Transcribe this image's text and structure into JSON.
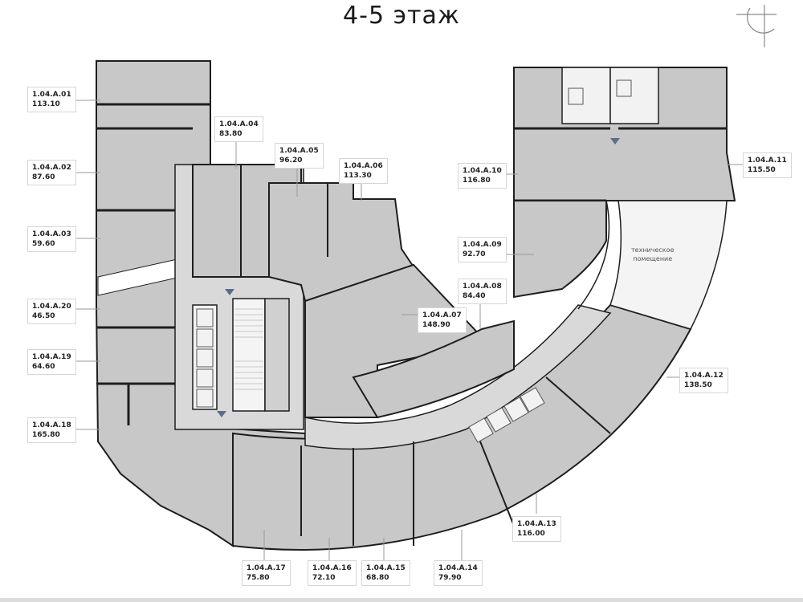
{
  "title": "4-5 этаж",
  "colors": {
    "floor_fill": "#c8c8c8",
    "wall": "#1e1e1e",
    "corridor": "#d9d9d9",
    "tech_room": "#f4f4f4",
    "label_border": "#d6d6d6"
  },
  "tech_room": {
    "line1": "техническое",
    "line2": "помещение"
  },
  "units": [
    {
      "id": "1.04.A.01",
      "area": "113.10"
    },
    {
      "id": "1.04.A.02",
      "area": "87.60"
    },
    {
      "id": "1.04.A.03",
      "area": "59.60"
    },
    {
      "id": "1.04.A.04",
      "area": "83.80"
    },
    {
      "id": "1.04.A.05",
      "area": "96.20"
    },
    {
      "id": "1.04.A.06",
      "area": "113.30"
    },
    {
      "id": "1.04.A.07",
      "area": "148.90"
    },
    {
      "id": "1.04.A.08",
      "area": "84.40"
    },
    {
      "id": "1.04.A.09",
      "area": "92.70"
    },
    {
      "id": "1.04.A.10",
      "area": "116.80"
    },
    {
      "id": "1.04.A.11",
      "area": "115.50"
    },
    {
      "id": "1.04.A.12",
      "area": "138.50"
    },
    {
      "id": "1.04.A.13",
      "area": "116.00"
    },
    {
      "id": "1.04.A.14",
      "area": "79.90"
    },
    {
      "id": "1.04.A.15",
      "area": "68.80"
    },
    {
      "id": "1.04.A.16",
      "area": "72.10"
    },
    {
      "id": "1.04.A.17",
      "area": "75.80"
    },
    {
      "id": "1.04.A.18",
      "area": "165.80"
    },
    {
      "id": "1.04.A.19",
      "area": "64.60"
    },
    {
      "id": "1.04.A.20",
      "area": "46.50"
    }
  ]
}
